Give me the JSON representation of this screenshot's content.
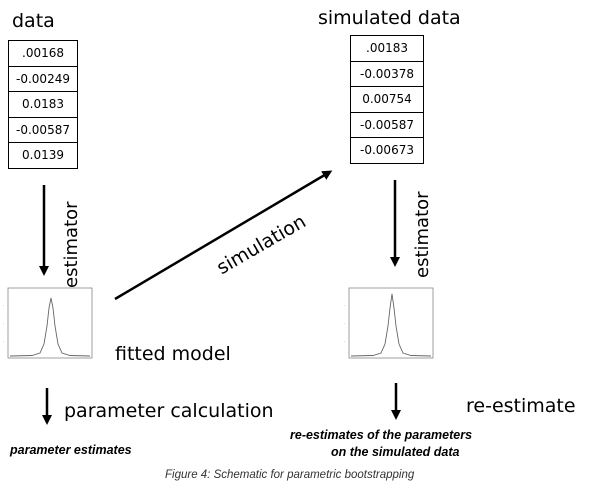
{
  "left": {
    "title": "data",
    "values": [
      ".00168",
      "-0.00249",
      "0.0183",
      "-0.00587",
      "0.0139"
    ],
    "arrow_label": "estimator",
    "model_label": "fitted model",
    "calc_label": "parameter calculation",
    "result_label": "parameter estimates"
  },
  "center": {
    "arrow_label": "simulation"
  },
  "right": {
    "title": "simulated data",
    "values": [
      ".00183",
      "-0.00378",
      "0.00754",
      "-0.00587",
      "-0.00673"
    ],
    "arrow_label": "estimator",
    "reestimate_label": "re-estimate",
    "result_line1": "re-estimates of the parameters",
    "result_line2": "on the simulated data"
  },
  "caption": "Figure 4: Schematic for parametric bootstrapping"
}
